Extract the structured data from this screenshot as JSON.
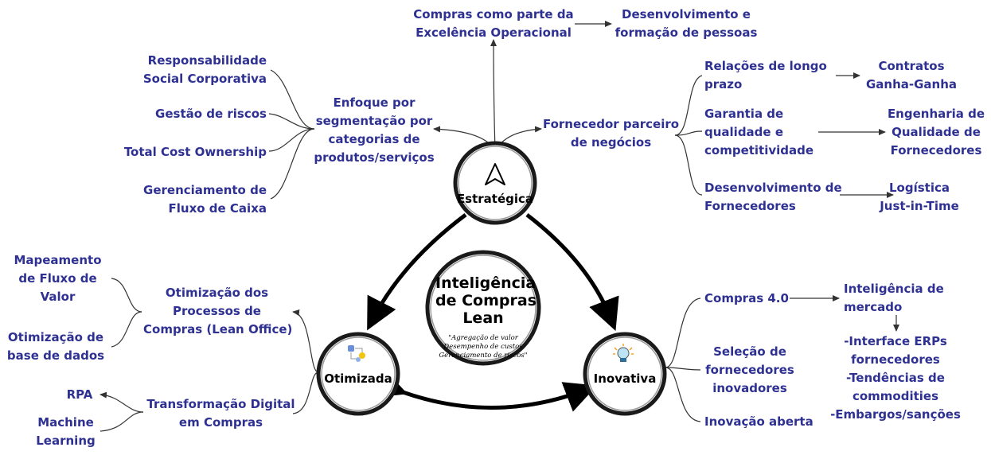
{
  "center": {
    "title": [
      "Inteligência",
      "de Compras",
      "Lean"
    ],
    "subtitle": [
      "\"Agregação de valor",
      "Desempenho de custos",
      "Gerenciamento de riscos\""
    ]
  },
  "nodes": {
    "estrategica": "Estratégica",
    "otimizada": "Otimizada",
    "inovativa": "Inovativa"
  },
  "estrategica": {
    "excelencia": [
      "Compras como parte da",
      "Excelência Operacional"
    ],
    "desenvolvimento_pessoas": [
      "Desenvolvimento e",
      "formação de pessoas"
    ],
    "enfoque": [
      "Enfoque por",
      "segmentação por",
      "categorias de",
      "produtos/serviços"
    ],
    "enfoque_children": [
      [
        "Responsabilidade",
        "Social Corporativa"
      ],
      [
        "Gestão de riscos"
      ],
      [
        "Total Cost Ownership"
      ],
      [
        "Gerenciamento de",
        "Fluxo de Caixa"
      ]
    ],
    "fornecedor_parceiro": [
      "Fornecedor parceiro",
      "de negócios"
    ],
    "relacoes": [
      "Relações de longo",
      "prazo"
    ],
    "contratos": [
      "Contratos",
      "Ganha-Ganha"
    ],
    "garantia": [
      "Garantia de",
      "qualidade e",
      "competitividade"
    ],
    "engenharia": [
      "Engenharia de",
      "Qualidade de",
      "Fornecedores"
    ],
    "desenv_fornecedores": [
      "Desenvolvimento de",
      "Fornecedores"
    ],
    "logistica": [
      "Logística",
      "Just-in-Time"
    ]
  },
  "otimizada": {
    "otimizacao_processos": [
      "Otimização dos",
      "Processos de",
      "Compras (Lean Office)"
    ],
    "mapeamento": [
      "Mapeamento",
      "de Fluxo de",
      "Valor"
    ],
    "base_dados": [
      "Otimização de",
      "base de dados"
    ],
    "transformacao": [
      "Transformação Digital",
      "em Compras"
    ],
    "rpa": [
      "RPA"
    ],
    "ml": [
      "Machine",
      "Learning"
    ]
  },
  "inovativa": {
    "compras40": [
      "Compras 4.0"
    ],
    "inteligencia_mercado": [
      "Inteligência de",
      "mercado"
    ],
    "mercado_list": [
      "-Interface ERPs",
      "fornecedores",
      "-Tendências de",
      "commodities",
      "-Embargos/sanções"
    ],
    "selecao": [
      "Seleção de",
      "fornecedores",
      "inovadores"
    ],
    "inovacao_aberta": [
      "Inovação aberta"
    ]
  },
  "colors": {
    "label": "#2e3192",
    "line": "#333333",
    "arrow": "#000000",
    "node_ring": "#1a1a1a",
    "node_fill": "#ffffff",
    "node_border": "#aaaaaa"
  },
  "icons": {
    "estrategica": "navigation-arrow-icon",
    "otimizada": "process-flow-icon",
    "inovativa": "lightbulb-icon"
  }
}
